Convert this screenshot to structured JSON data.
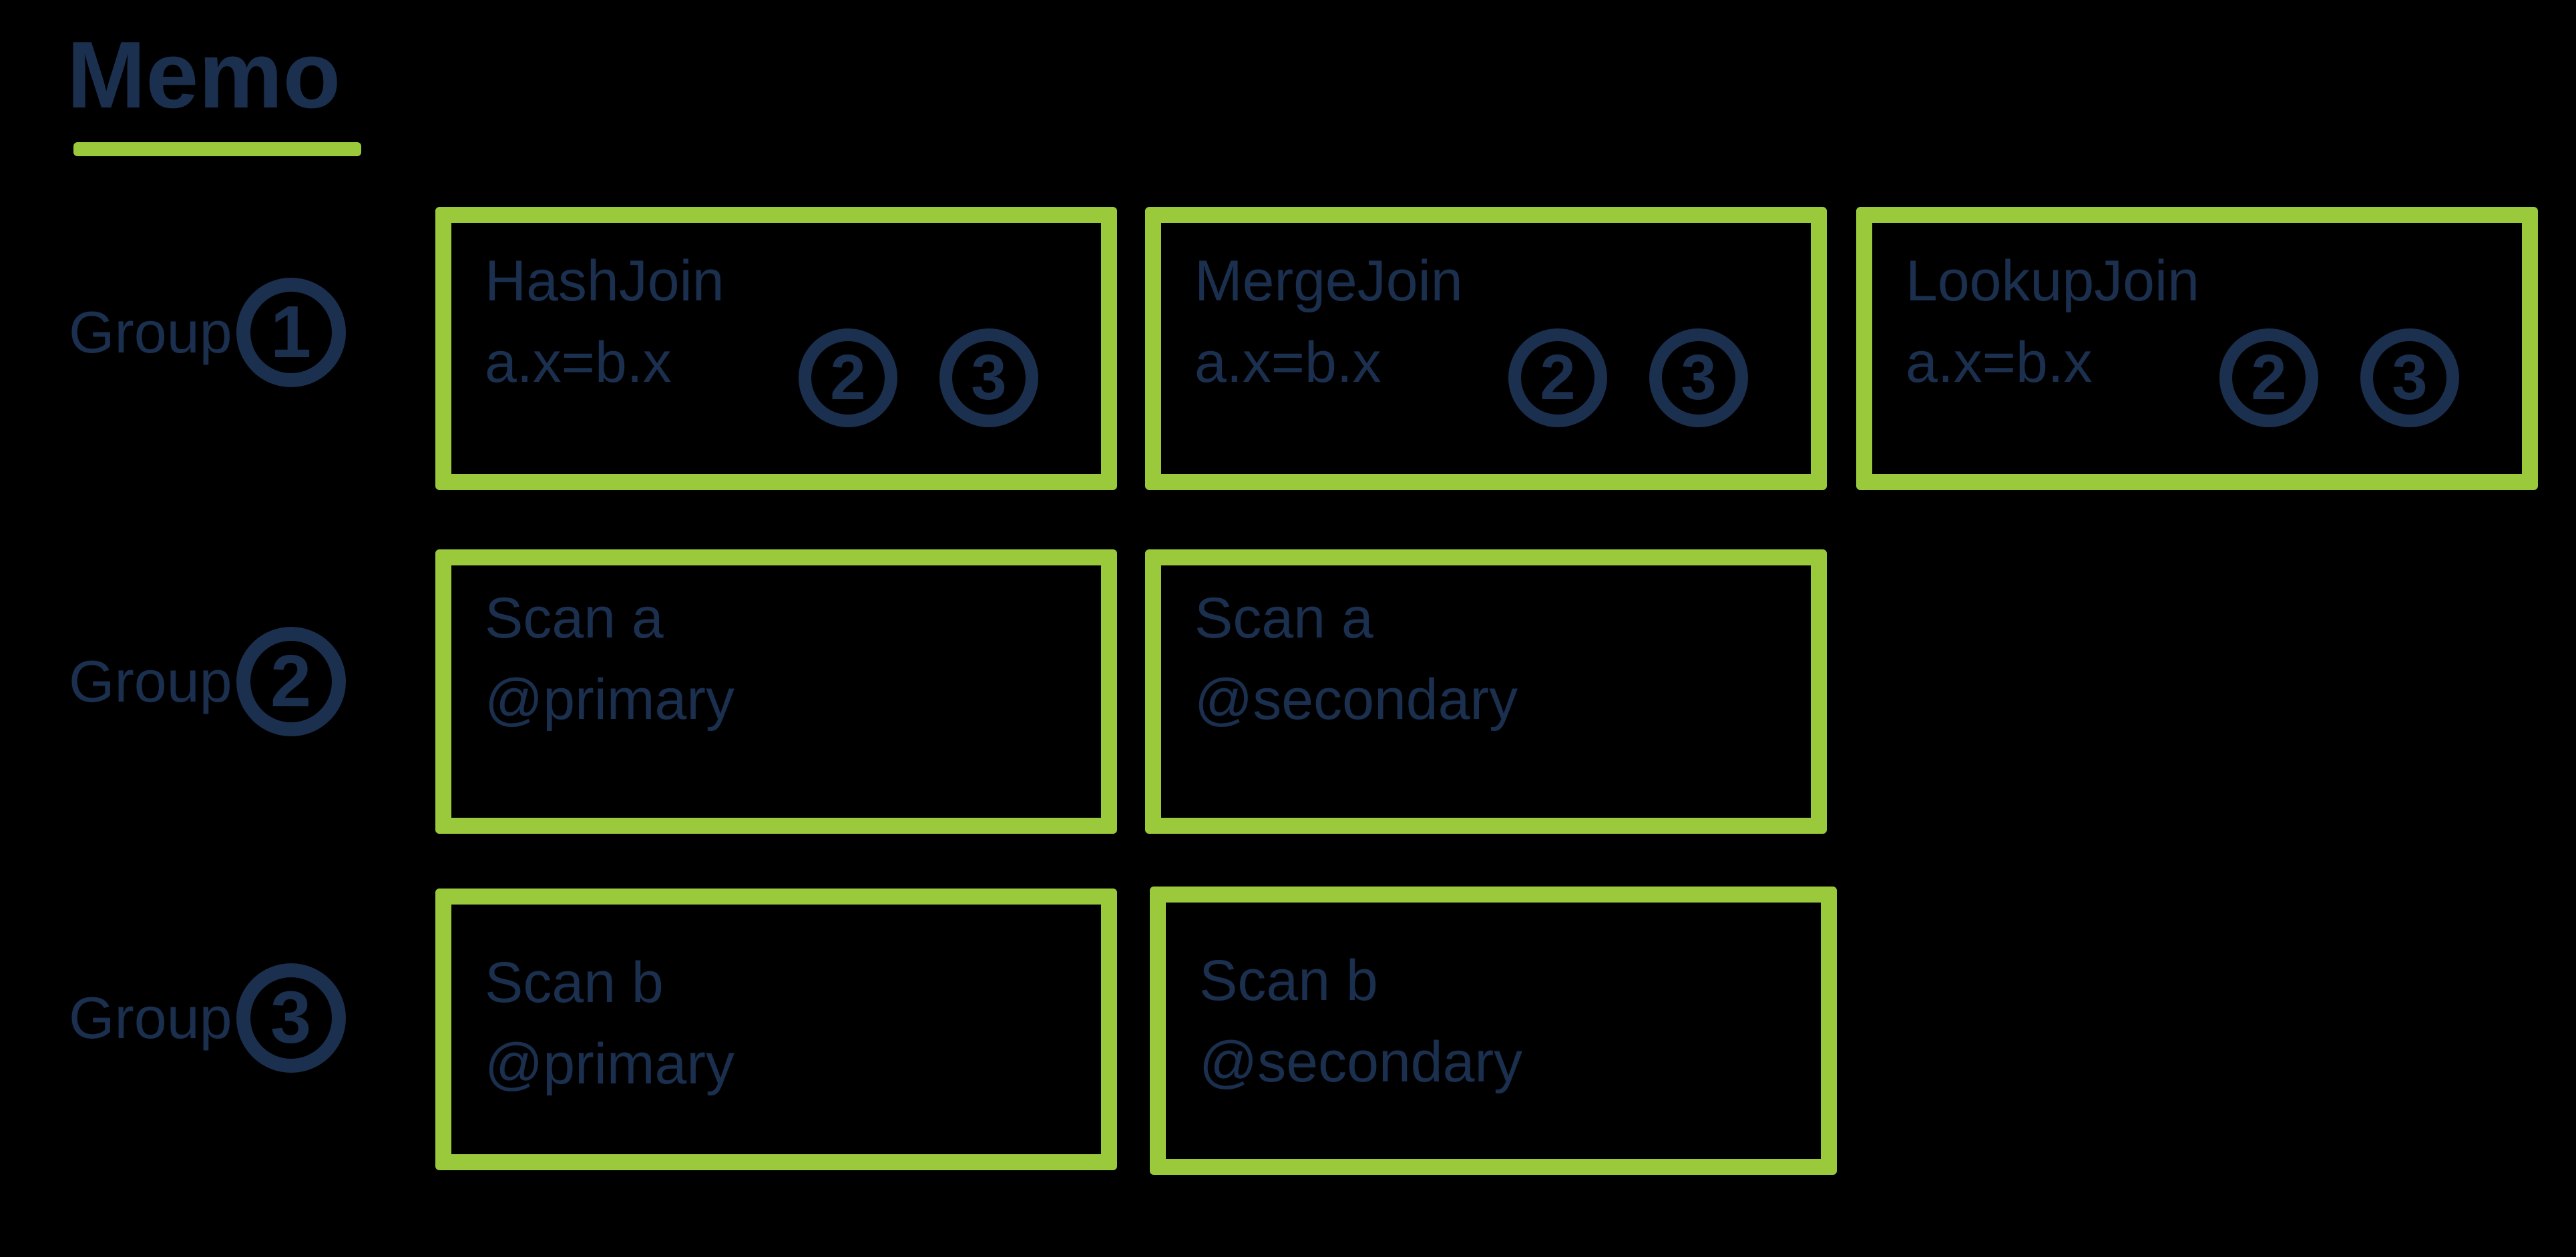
{
  "title": "Memo",
  "colors": {
    "background": "#000000",
    "navy": "#1b2f4f",
    "green": "#9aca3c"
  },
  "groups": [
    {
      "label": "Group",
      "number": "1",
      "boxes": [
        {
          "line1": "HashJoin",
          "line2": "a.x=b.x",
          "refs": [
            "2",
            "3"
          ]
        },
        {
          "line1": "MergeJoin",
          "line2": "a.x=b.x",
          "refs": [
            "2",
            "3"
          ]
        },
        {
          "line1": "LookupJoin",
          "line2": "a.x=b.x",
          "refs": [
            "2",
            "3"
          ]
        }
      ]
    },
    {
      "label": "Group",
      "number": "2",
      "boxes": [
        {
          "line1": "Scan a",
          "line2": "@primary"
        },
        {
          "line1": "Scan a",
          "line2": "@secondary"
        }
      ]
    },
    {
      "label": "Group",
      "number": "3",
      "boxes": [
        {
          "line1": "Scan b",
          "line2": "@primary"
        },
        {
          "line1": "Scan b",
          "line2": "@secondary"
        }
      ]
    }
  ]
}
